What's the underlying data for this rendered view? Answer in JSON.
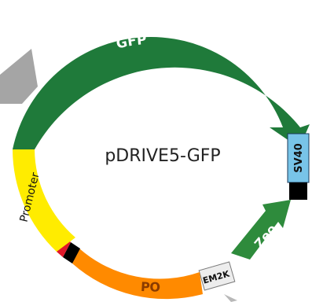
{
  "title": "pDRIVE5-GFP",
  "features": {
    "gfp": {
      "label": "GFP",
      "color": "#1f7a3a"
    },
    "promoter": {
      "label": "Promoter",
      "color": "#ffec00"
    },
    "po": {
      "label": "PO",
      "color": "#ff8a00"
    },
    "em2k": {
      "label": "EM2K",
      "color": "#e8e8e8"
    },
    "zeo": {
      "label": "Zeo",
      "color": "#2e8b3c"
    },
    "sv40": {
      "label": "SV40",
      "color": "#78c4e8"
    }
  },
  "colors": {
    "backbone": "#1f7a3a",
    "marker_red": "#e0182a",
    "marker_black": "#000000",
    "gray_arrow": "#a5a5a5",
    "text_white": "#ffffff",
    "text_dark": "#111111"
  }
}
